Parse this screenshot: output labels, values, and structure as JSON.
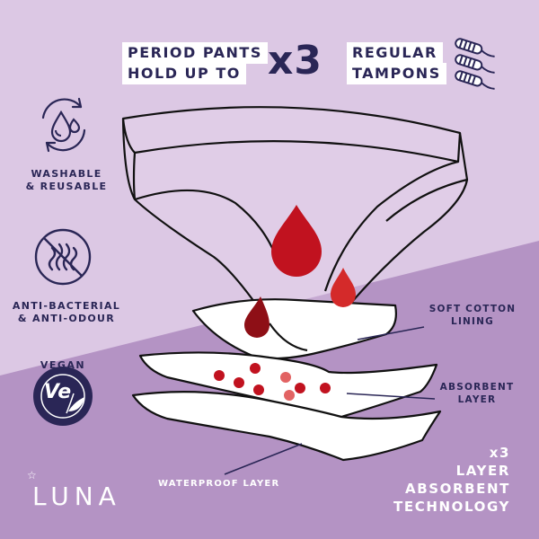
{
  "headline": {
    "line1": "PERIOD PANTS",
    "line2": "HOLD UP TO",
    "multiplier": "x3",
    "line3": "REGULAR",
    "line4": "TAMPONS"
  },
  "features": [
    {
      "icon": "washable-reusable-icon",
      "line1": "WASHABLE",
      "line2": "& REUSABLE"
    },
    {
      "icon": "anti-bacterial-icon",
      "line1": "ANTI-BACTERIAL",
      "line2": "& ANTI-ODOUR"
    },
    {
      "icon": "vegan-badge-icon",
      "badge_text": "VEGAN",
      "badge_mark": "Ve"
    }
  ],
  "layers": {
    "soft_cotton": {
      "line1": "SOFT COTTON",
      "line2": "LINING"
    },
    "absorbent": {
      "line1": "ABSORBENT",
      "line2": "LAYER"
    },
    "waterproof": "WATERPROOF LAYER"
  },
  "technology": {
    "line1": "x3",
    "line2": "LAYER",
    "line3": "ABSORBENT",
    "line4": "TECHNOLOGY"
  },
  "brand": {
    "name": "LUNA",
    "mark": "☆"
  },
  "colors": {
    "navy": "#2a2656",
    "light_purple": "#dcc8e4",
    "deep_purple": "#b493c4",
    "blood_red": "#b4121e"
  }
}
